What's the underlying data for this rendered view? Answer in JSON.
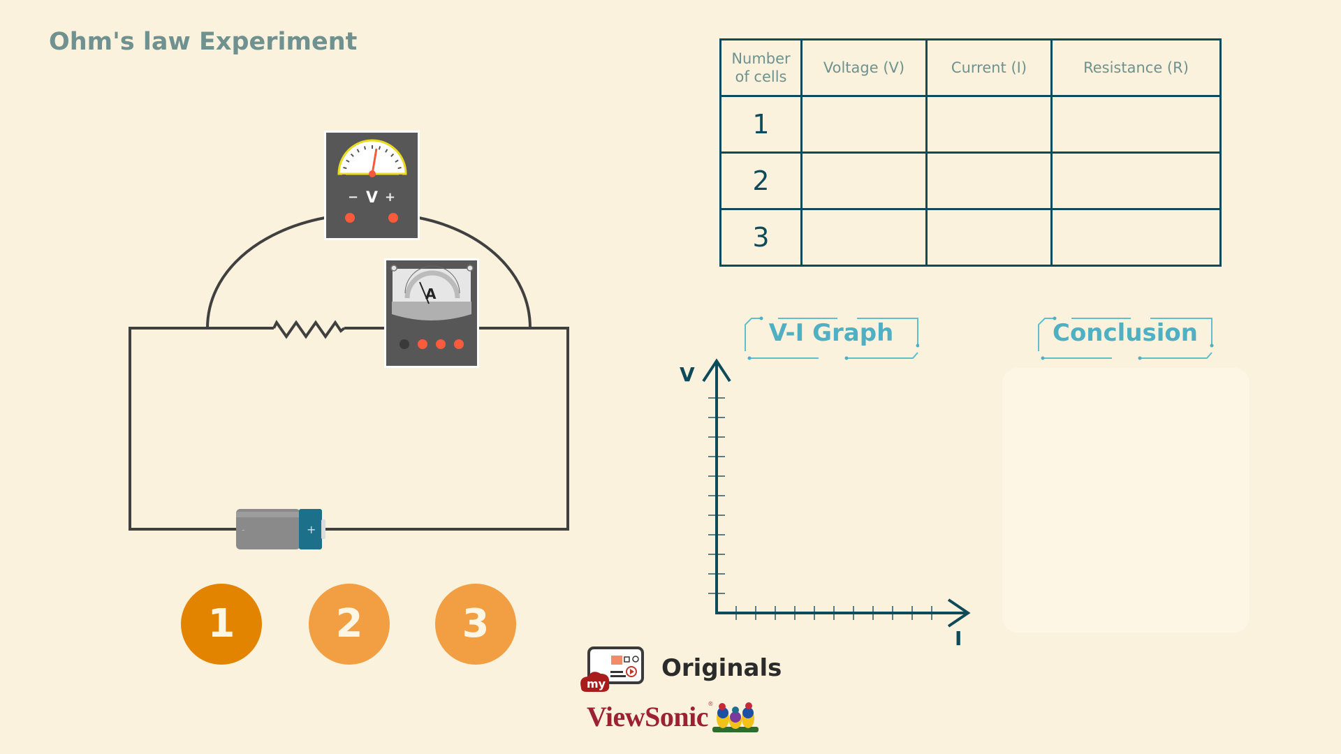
{
  "title": "Ohm's law Experiment",
  "circuit": {
    "voltmeter": {
      "label": "V",
      "minus": "−",
      "plus": "+"
    },
    "ammeter": {
      "label": "A"
    },
    "battery": {
      "minus": "-",
      "plus": "+"
    }
  },
  "cell_buttons": [
    {
      "label": "1",
      "selected": true
    },
    {
      "label": "2",
      "selected": false
    },
    {
      "label": "3",
      "selected": false
    }
  ],
  "table": {
    "headers": [
      "Number\nof cells",
      "Voltage (V)",
      "Current (I)",
      "Resistance (R)"
    ],
    "header_line1": "Number",
    "header_line2": "of cells",
    "rows": [
      {
        "cells": "1",
        "voltage": "",
        "current": "",
        "resistance": ""
      },
      {
        "cells": "2",
        "voltage": "",
        "current": "",
        "resistance": ""
      },
      {
        "cells": "3",
        "voltage": "",
        "current": "",
        "resistance": ""
      }
    ]
  },
  "graph_section": {
    "title": "V-I Graph"
  },
  "conclusion_section": {
    "title": "Conclusion",
    "text": ""
  },
  "chart_data": {
    "type": "scatter",
    "title": "V-I Graph",
    "xlabel": "I",
    "ylabel": "V",
    "x_ticks": 11,
    "y_ticks": 11,
    "points": [],
    "grid": false
  },
  "branding": {
    "originals_badge": "my",
    "originals_label": "Originals",
    "company": "ViewSonic",
    "registered": "®"
  },
  "colors": {
    "background": "#faf2dc",
    "title": "#6f918f",
    "table_border": "#0d4b5a",
    "accent": "#4fb0c4",
    "button_active": "#e38401",
    "button_inactive": "#f29e42",
    "meter_body": "#575757",
    "meter_terminal": "#fa5b3c"
  }
}
